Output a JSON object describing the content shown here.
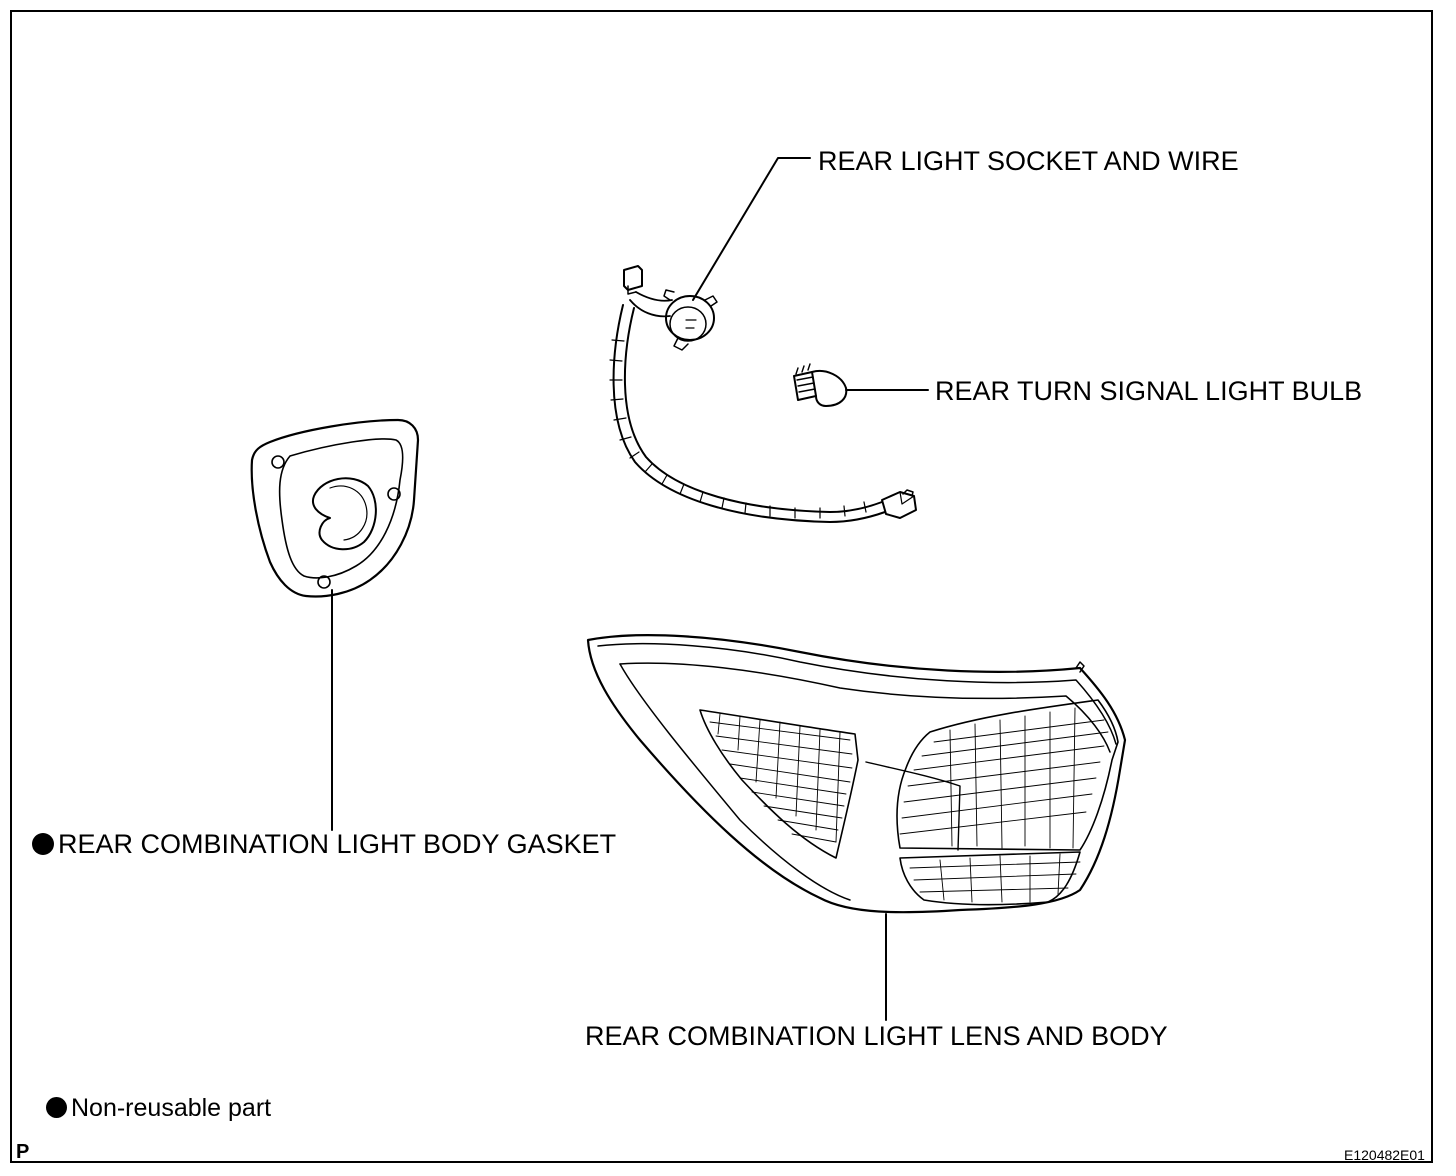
{
  "labels": {
    "socket": "REAR LIGHT SOCKET AND WIRE",
    "bulb": "REAR TURN SIGNAL LIGHT BULB",
    "gasket": "REAR COMBINATION LIGHT BODY GASKET",
    "lens": "REAR COMBINATION LIGHT LENS AND BODY"
  },
  "legend": {
    "non_reusable": "Non-reusable part"
  },
  "footer": {
    "left_mark": "P",
    "figure_id": "E120482E01"
  },
  "colors": {
    "ink": "#000000",
    "background": "#ffffff"
  }
}
